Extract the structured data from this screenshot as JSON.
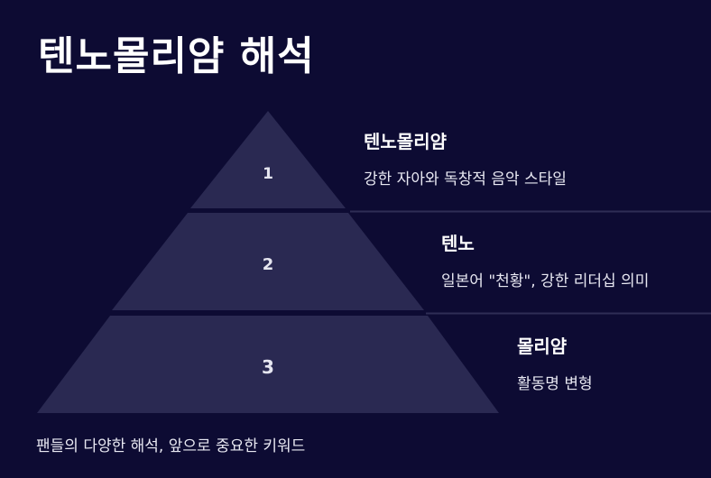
{
  "title": "텐노몰리얌 해석",
  "levels": [
    {
      "number": "1",
      "name": "텐노몰리얌",
      "description": "강한 자아와 독창적 음악 스타일"
    },
    {
      "number": "2",
      "name": "텐노",
      "description": "일본어 \"천황\", 강한 리더십 의미"
    },
    {
      "number": "3",
      "name": "몰리얌",
      "description": "활동명 변형"
    }
  ],
  "footer": "팬들의 다양한 해석, 앞으로 중요한 키워드",
  "colors": {
    "background": "#0d0b33",
    "pyramid_fill": "#2a2952",
    "divider": "#2e2d55",
    "text": "#ffffff"
  }
}
